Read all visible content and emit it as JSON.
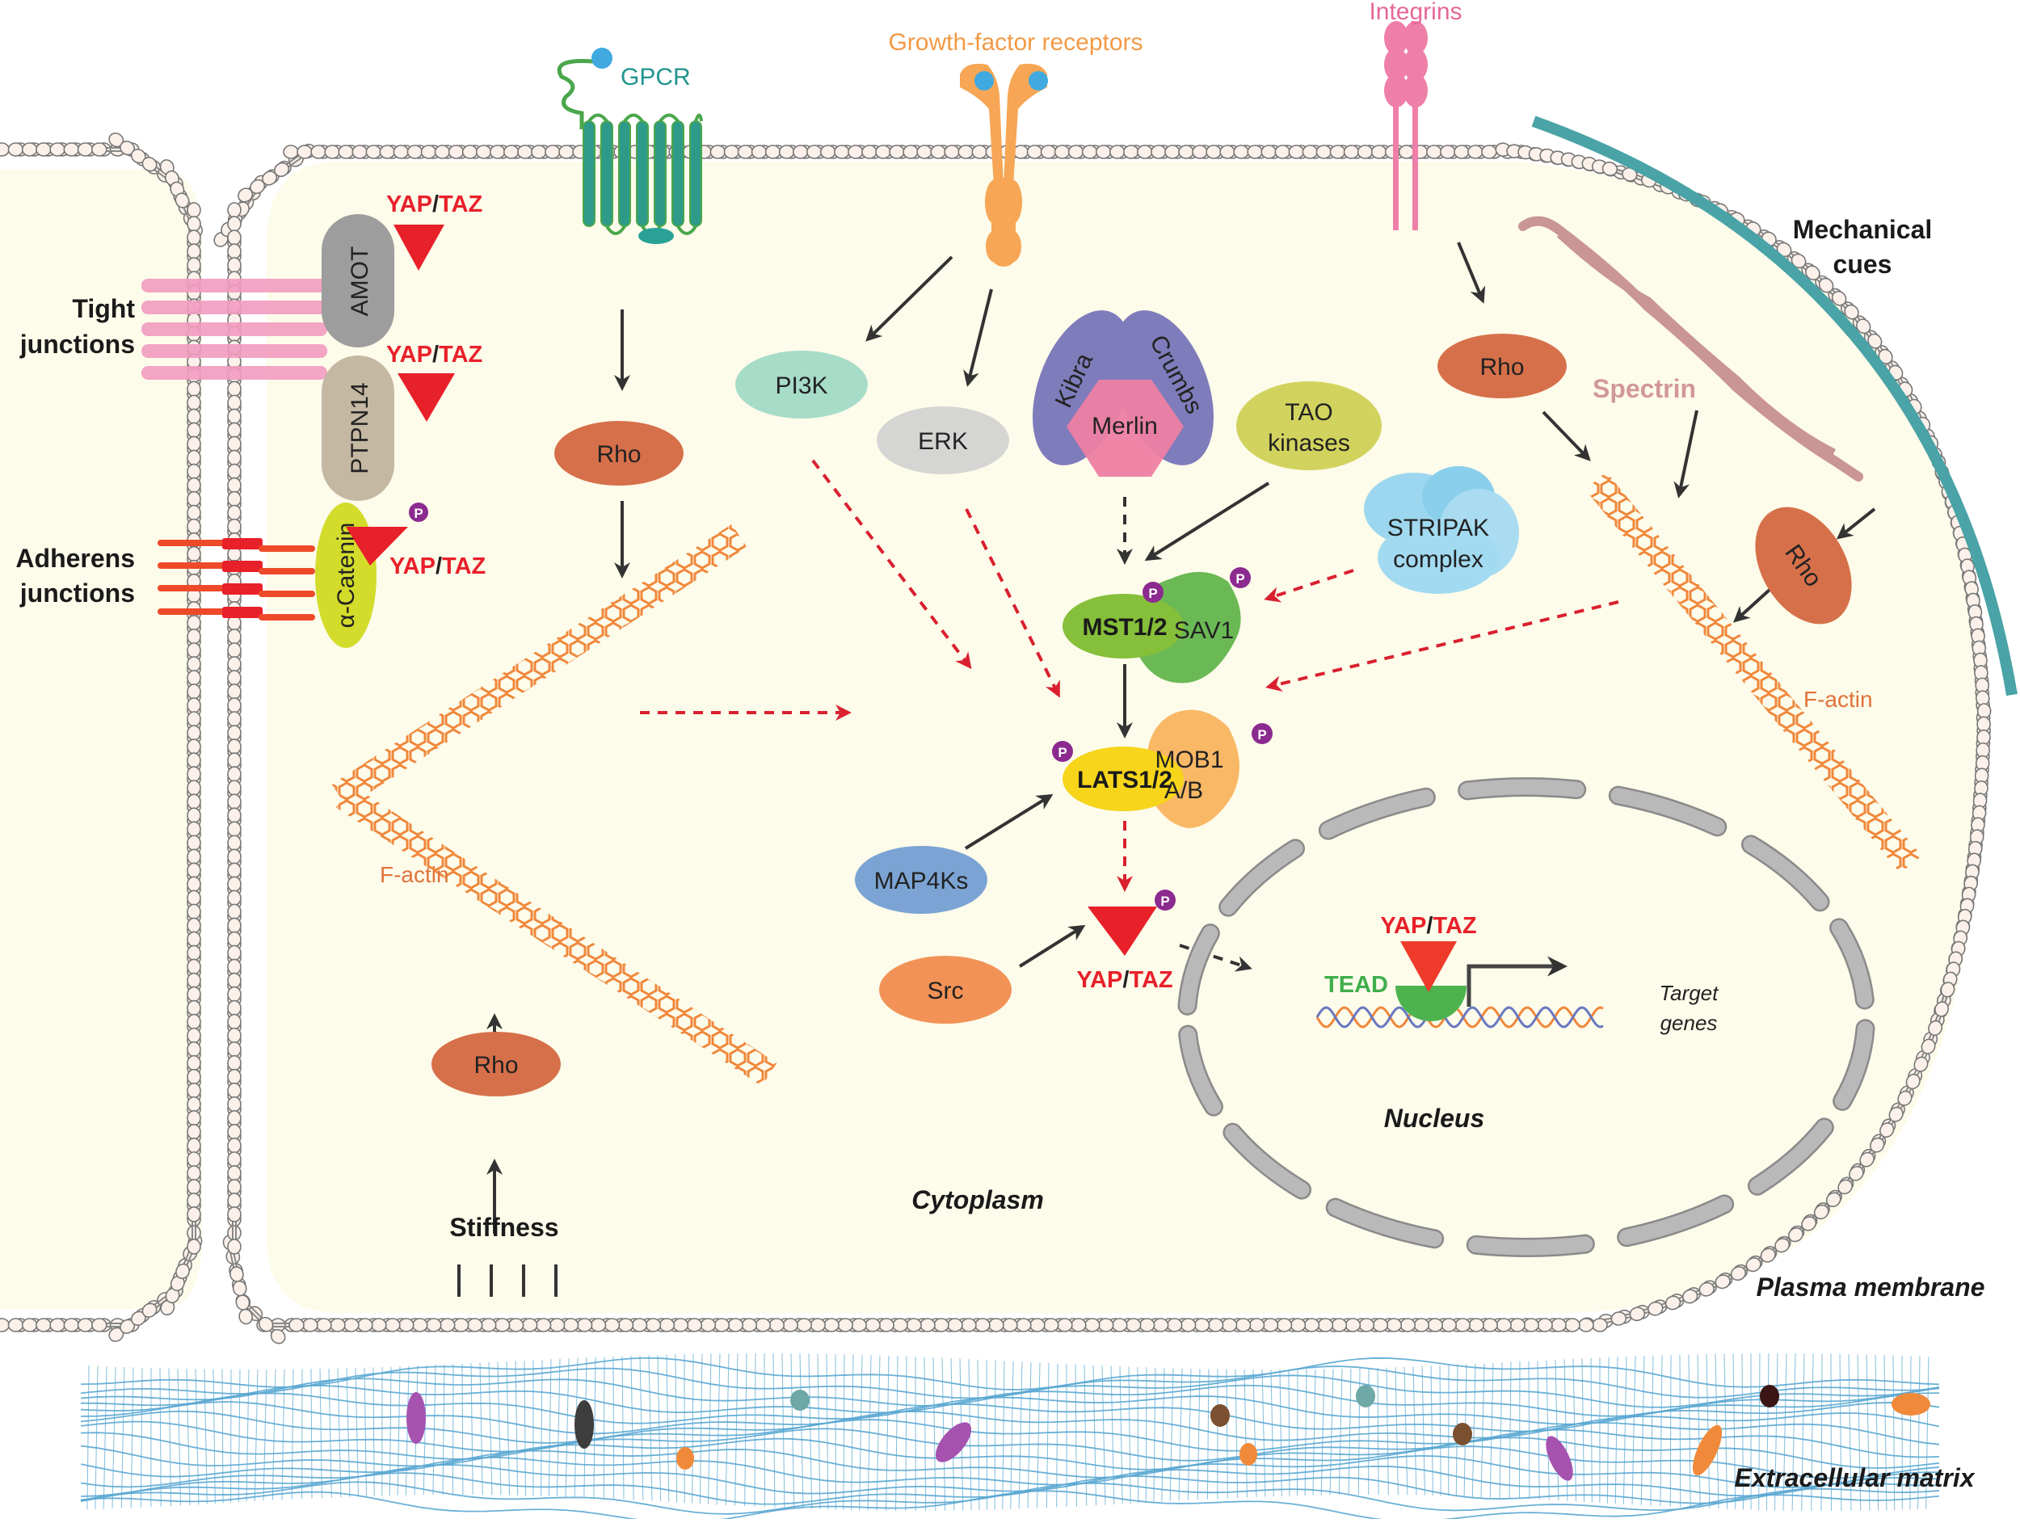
{
  "figure": {
    "title": "YAP/TAZ (Hippo) signalling in the cell",
    "colors": {
      "cytoplasm": "#fdfbea",
      "membrane_head": "#fbf1ea",
      "membrane_outline": "#777777",
      "yap_taz_red": "#e8202a",
      "phospho_purple": "#8b2a8f",
      "rho": "#d6704a",
      "ecm_fiber": "#5aa7d2",
      "mechanical_cue": "#4aa3a6",
      "f_actin": "#f0873a",
      "nucleus_envelope": "#b9b9b9"
    }
  },
  "regions": {
    "cytoplasm": "Cytoplasm",
    "nucleus": "Nucleus",
    "plasma_membrane": "Plasma membrane",
    "extracellular_matrix": "Extracellular matrix"
  },
  "inputs": {
    "gpcr": "GPCR",
    "growth_factor_receptors": "Growth-factor receptors",
    "integrins": "Integrins",
    "mechanical_cues": [
      "Mechanical",
      "cues"
    ],
    "tight_junctions": [
      "Tight",
      "junctions"
    ],
    "adherens_junctions": [
      "Adherens",
      "junctions"
    ],
    "stiffness": "Stiffness",
    "spectrin": "Spectrin"
  },
  "junction_proteins": {
    "amot": "AMOT",
    "ptpn14": "PTPN14",
    "alpha_catenin": "α-Catenin"
  },
  "nodes": {
    "rho_gpcr": "Rho",
    "rho_stiffness": "Rho",
    "rho_integrin": "Rho",
    "rho_mechanical": "Rho",
    "pi3k": "PI3K",
    "erk": "ERK",
    "kibra": "Kibra",
    "crumbs": "Crumbs",
    "merlin": "Merlin",
    "tao": [
      "TAO",
      "kinases"
    ],
    "stripak": [
      "STRIPAK",
      "complex"
    ],
    "mst": "MST1/2",
    "sav1": "SAV1",
    "lats": "LATS1/2",
    "mob1": [
      "MOB1",
      "A/B"
    ],
    "map4ks": "MAP4Ks",
    "src": "Src",
    "f_actin_left": "F-actin",
    "f_actin_right": "F-actin"
  },
  "yap_taz": {
    "yap": "YAP",
    "slash": "/",
    "taz": "TAZ",
    "phospho": "P"
  },
  "nuclear": {
    "tead": "TEAD",
    "target_genes": [
      "Target",
      "genes"
    ]
  }
}
